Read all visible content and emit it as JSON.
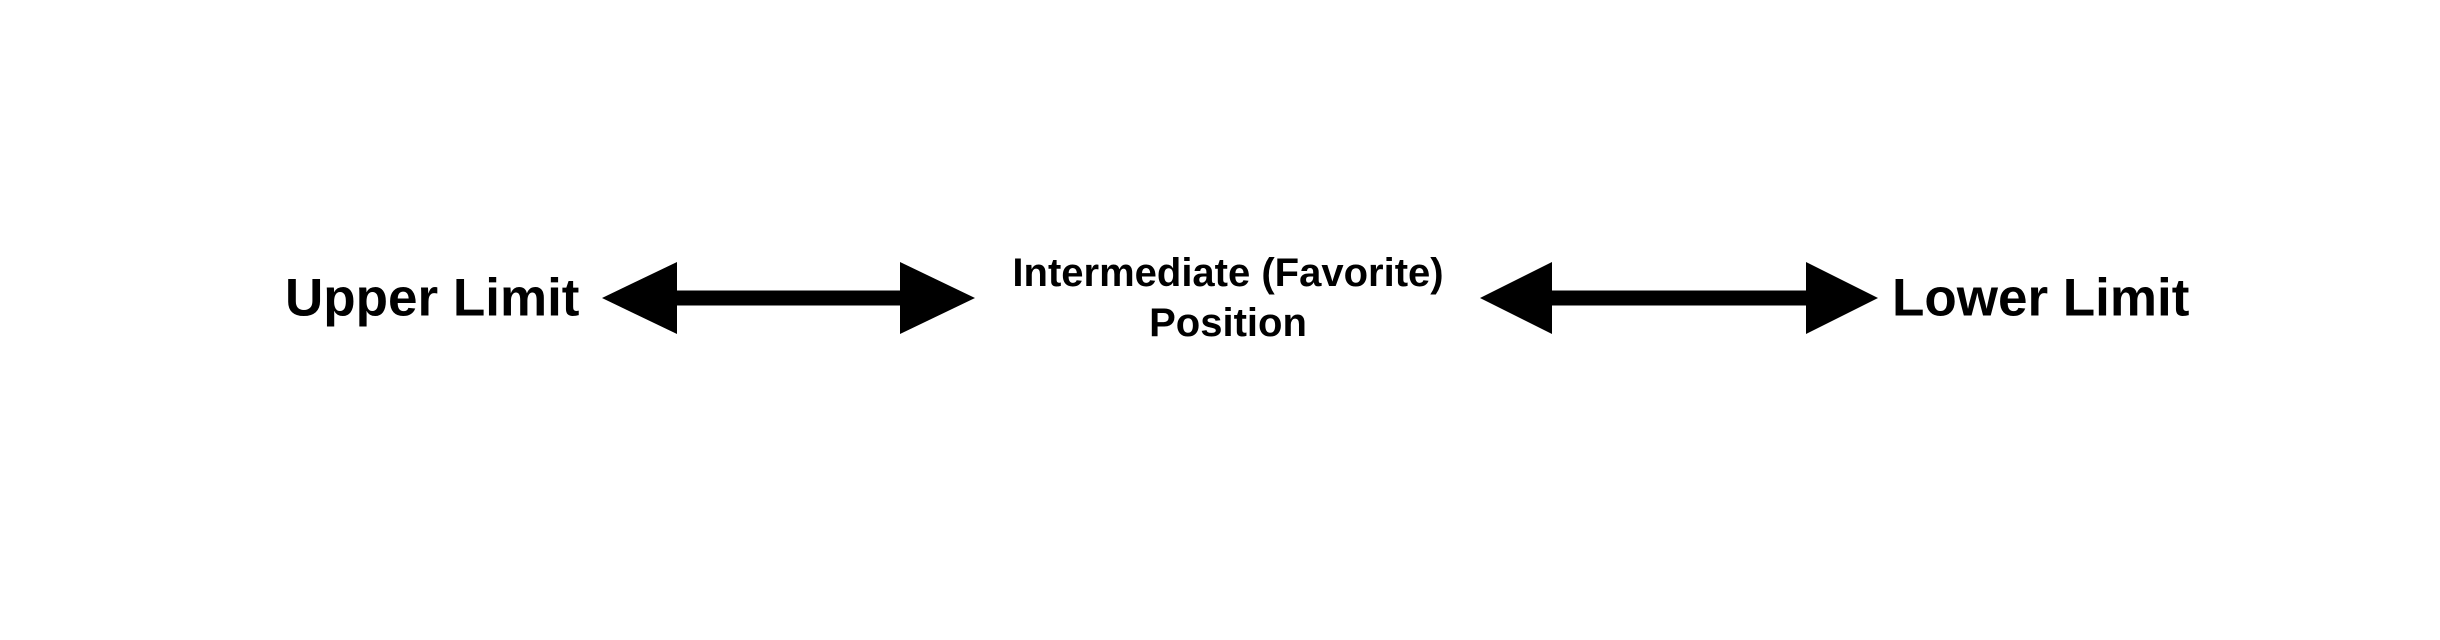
{
  "figure": {
    "background_color": "#ffffff",
    "ink_color": "#000000",
    "upper_limit_label": "Upper Limit",
    "intermediate_label_line1": "Intermediate (Favorite)",
    "intermediate_label_line2": "Position",
    "lower_limit_label": "Lower Limit",
    "arrows": [
      {
        "name": "upper-intermediate-double-arrow",
        "type": "double-headed"
      },
      {
        "name": "intermediate-lower-double-arrow",
        "type": "double-headed"
      }
    ]
  }
}
